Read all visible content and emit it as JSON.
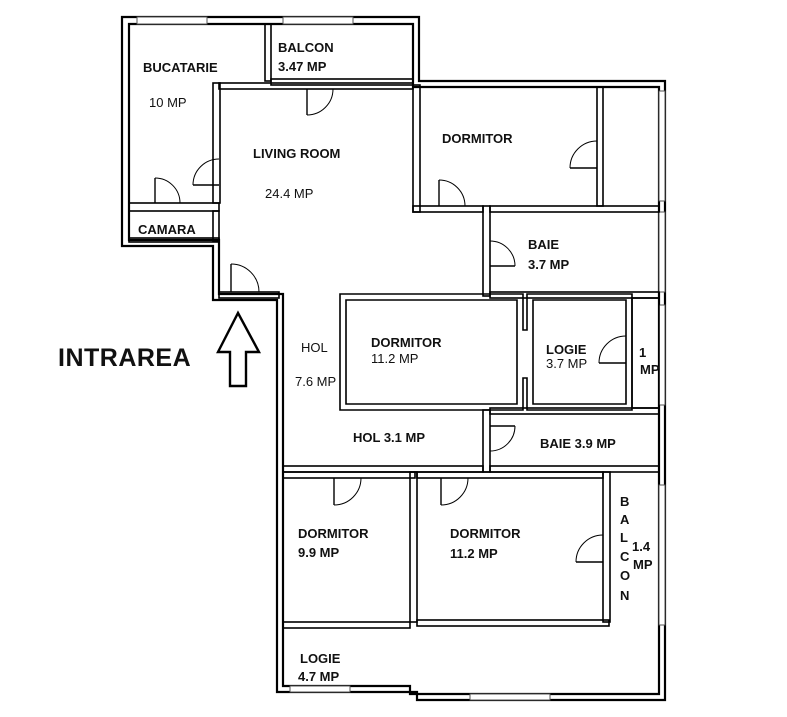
{
  "plan": {
    "rooms": {
      "bucatarie": {
        "name": "BUCATARIE",
        "area": "10 MP"
      },
      "balcon_top": {
        "name": "BALCON",
        "area": "3.47 MP"
      },
      "camara": {
        "name": "CAMARA"
      },
      "living": {
        "name": "LIVING ROOM",
        "area": "24.4 MP"
      },
      "dormitor_ne": {
        "name": "DORMITOR"
      },
      "baie_1": {
        "name": "BAIE",
        "area": "3.7 MP"
      },
      "hol": {
        "name": "HOL",
        "area": "7.6 MP"
      },
      "dormitor_mid": {
        "name": "DORMITOR",
        "area": "11.2 MP"
      },
      "logie_mid": {
        "name": "LOGIE",
        "area": "3.7 MP"
      },
      "small_right": {
        "line1": "1",
        "line2": "MP"
      },
      "hol_small": {
        "name": "HOL 3.1 MP"
      },
      "baie_2": {
        "name": "BAIE 3.9 MP"
      },
      "dormitor_sw": {
        "name": "DORMITOR",
        "area": "9.9 MP"
      },
      "dormitor_se": {
        "name": "DORMITOR",
        "area": "11.2 MP"
      },
      "balcon_side": {
        "letters": [
          "B",
          "A",
          "L",
          "C",
          "O",
          "N"
        ],
        "area_1": "1.4",
        "area_2": "MP"
      },
      "logie_bottom": {
        "name": "LOGIE",
        "area": "4.7 MP"
      }
    },
    "entrance_label": "INTRAREA"
  }
}
